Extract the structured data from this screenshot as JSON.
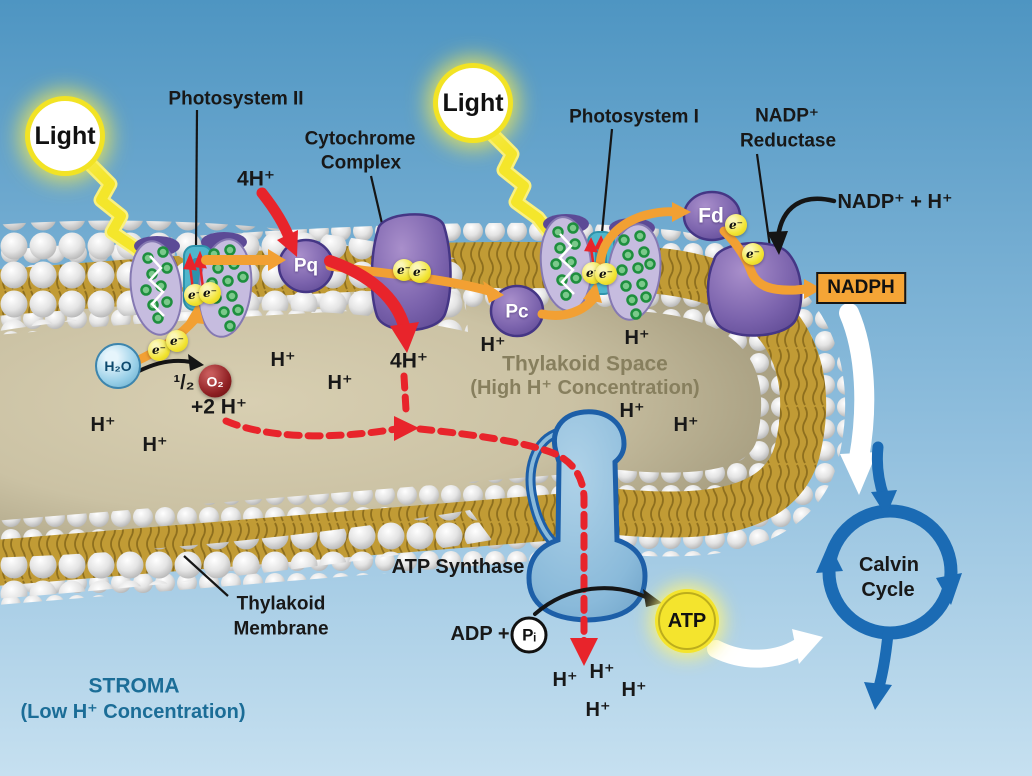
{
  "colors": {
    "sky_top": "#4E95C2",
    "sky_bottom": "#C3DEEF",
    "membrane_gold": "#C19B35",
    "lumen_beige": "#CBC2A4",
    "complex_purple": "#7A62AC",
    "photosystem_lavender": "#C6BCDF",
    "electron_yellow": "#F2E431",
    "arrow_orange": "#F2A033",
    "arrow_red": "#E8242B",
    "atp_yellow": "#F4E42D",
    "calvin_blue": "#1B6BB4",
    "stroma_text": "#1B6D97",
    "space_text": "#877F5E"
  },
  "light": {
    "label": "Light"
  },
  "labels": {
    "photosystem2": "Photosystem II",
    "cytochrome_line1": "Cytochrome",
    "cytochrome_line2": "Complex",
    "photosystem1": "Photosystem I",
    "reductase_line1": "NADP⁺",
    "reductase_line2": "Reductase",
    "nadp_plus_h": "NADP⁺ + H⁺",
    "nadph": "NADPH",
    "atp_synthase": "ATP Synthase",
    "thylakoid_membrane_line1": "Thylakoid",
    "thylakoid_membrane_line2": "Membrane",
    "thylakoid_space_line1": "Thylakoid Space",
    "thylakoid_space_line2": "(High H⁺ Concentration)",
    "stroma_line1": "STROMA",
    "stroma_line2": "(Low H⁺ Concentration)",
    "calvin_line1": "Calvin",
    "calvin_line2": "Cycle"
  },
  "carriers": {
    "pq": "Pq",
    "pc": "Pc",
    "fd": "Fd"
  },
  "molecules": {
    "water": "H₂O",
    "half": "¹/₂",
    "oxygen": "O₂",
    "plus_two_h": "+2 H⁺",
    "four_h": "4H⁺",
    "adp_plus": "ADP +",
    "pi": "Pᵢ",
    "atp": "ATP",
    "electron": "e⁻"
  },
  "ions": {
    "h_plus": "H⁺"
  }
}
